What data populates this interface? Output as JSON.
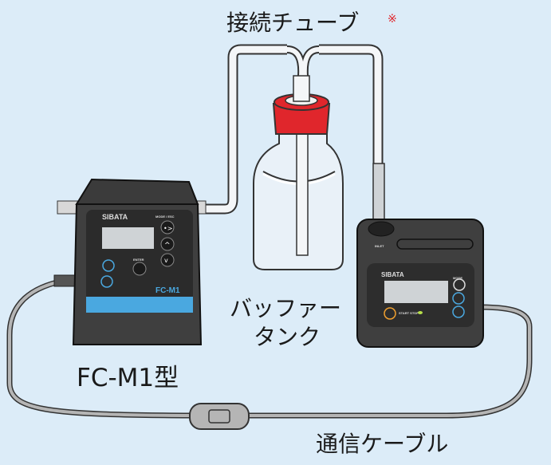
{
  "labels": {
    "tube": "接続チューブ",
    "tube_note_mark": "※",
    "buffer_tank_line1": "バッファー",
    "buffer_tank_line2": "タンク",
    "fcm1": "FC-M1型",
    "cable": "通信ケーブル"
  },
  "fcm1_device": {
    "brand": "SIBATA",
    "model": "FC-M1",
    "enter_label": "ENTER",
    "mode_label": "MODE / ESC"
  },
  "pump_device": {
    "brand": "SIBATA",
    "mode_label": "MODE",
    "start_label": "START STOP",
    "inlet_label": "INLET"
  },
  "colors": {
    "background": "#dcecf8",
    "accent_blue": "#4aa8e0",
    "cap_red": "#e0262c",
    "note_red": "#e0262c",
    "start_orange": "#f0a030"
  }
}
